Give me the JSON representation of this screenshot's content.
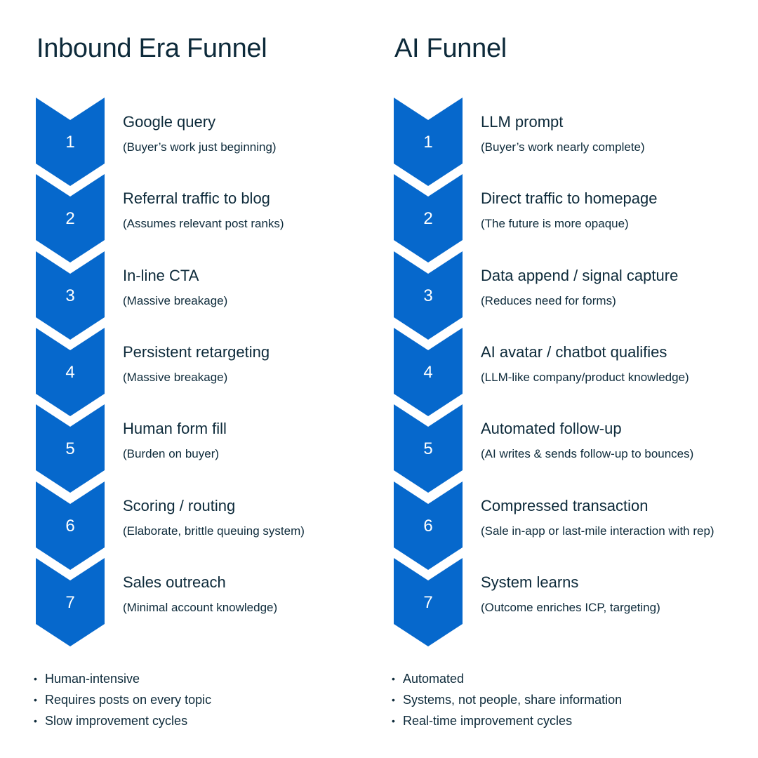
{
  "colors": {
    "chevron": "#0668cc",
    "text": "#0d2a3a",
    "background": "#ffffff"
  },
  "funnels": [
    {
      "title": "Inbound Era Funnel",
      "steps": [
        {
          "number": "1",
          "title": "Google query",
          "subtitle": "(Buyer’s work just beginning)"
        },
        {
          "number": "2",
          "title": "Referral traffic to blog",
          "subtitle": "(Assumes relevant post ranks)"
        },
        {
          "number": "3",
          "title": "In-line CTA",
          "subtitle": "(Massive breakage)"
        },
        {
          "number": "4",
          "title": "Persistent retargeting",
          "subtitle": "(Massive breakage)"
        },
        {
          "number": "5",
          "title": "Human form fill",
          "subtitle": "(Burden on buyer)"
        },
        {
          "number": "6",
          "title": "Scoring / routing",
          "subtitle": "(Elaborate, brittle queuing system)"
        },
        {
          "number": "7",
          "title": "Sales outreach",
          "subtitle": "(Minimal account knowledge)"
        }
      ],
      "bullets": [
        "Human-intensive",
        "Requires posts on every topic",
        "Slow improvement cycles"
      ]
    },
    {
      "title": "AI Funnel",
      "steps": [
        {
          "number": "1",
          "title": "LLM prompt",
          "subtitle": "(Buyer’s work nearly complete)"
        },
        {
          "number": "2",
          "title": "Direct traffic to homepage",
          "subtitle": "(The future is more opaque)"
        },
        {
          "number": "3",
          "title": "Data append / signal capture",
          "subtitle": "(Reduces need for forms)"
        },
        {
          "number": "4",
          "title": "AI avatar / chatbot qualifies",
          "subtitle": "(LLM-like company/product knowledge)"
        },
        {
          "number": "5",
          "title": "Automated follow-up",
          "subtitle": "(AI writes & sends follow-up to bounces)"
        },
        {
          "number": "6",
          "title": "Compressed transaction",
          "subtitle": "(Sale in-app or last-mile interaction with rep)"
        },
        {
          "number": "7",
          "title": "System learns",
          "subtitle": "(Outcome enriches ICP, targeting)"
        }
      ],
      "bullets": [
        "Automated",
        "Systems, not people, share information",
        "Real-time improvement cycles"
      ]
    }
  ]
}
